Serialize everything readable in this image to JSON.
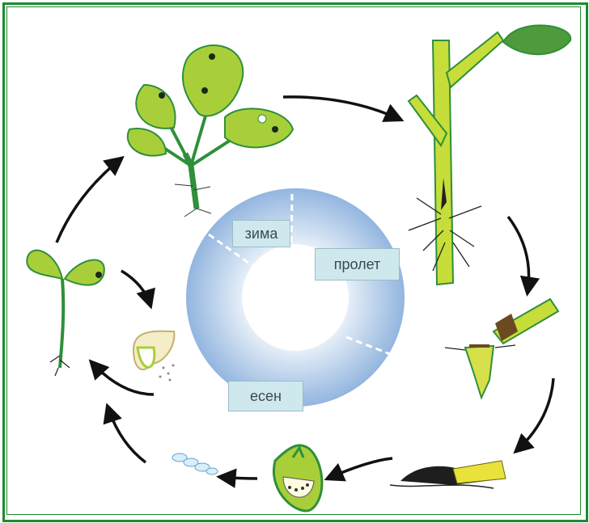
{
  "seasons": {
    "winter": "зима",
    "spring": "пролет",
    "autumn": "есен"
  },
  "colors": {
    "frame": "#1f8a2e",
    "ring_outer": "#8fb3de",
    "ring_inner": "#ffffff",
    "leaf": "#a8cf3a",
    "leaf_dark": "#2f8f3a",
    "stem": "#c6dd3a",
    "arrow": "#111111"
  }
}
